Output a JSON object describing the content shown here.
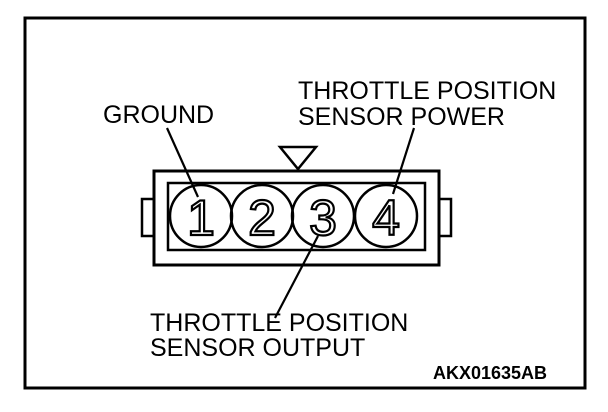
{
  "connector": {
    "pins": [
      "1",
      "2",
      "3",
      "4"
    ]
  },
  "labels": {
    "ground": "GROUND",
    "power_line1": "THROTTLE POSITION",
    "power_line2": "SENSOR POWER",
    "output_line1": "THROTTLE POSITION",
    "output_line2": "SENSOR OUTPUT"
  },
  "figure_code": "AKX01635AB"
}
